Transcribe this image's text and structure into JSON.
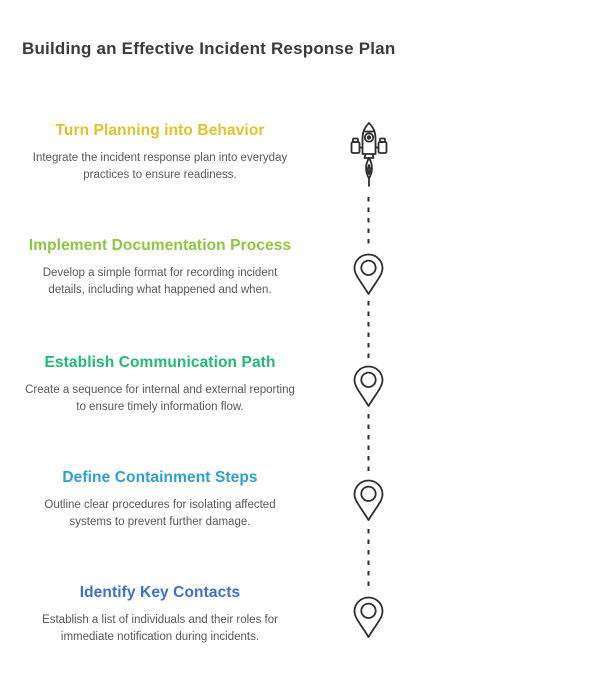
{
  "page": {
    "title": "Building an Effective Incident Response Plan",
    "title_color": "#3b3b3b",
    "background_color": "#ffffff",
    "body_text_color": "#585858",
    "timeline_line_color": "#2e2e2e"
  },
  "steps": [
    {
      "heading": "Turn Planning into Behavior",
      "description": "Integrate the incident response plan into everyday practices to ensure readiness.",
      "color": "#e2c229",
      "icon": "rocket-icon"
    },
    {
      "heading": "Implement Documentation Process",
      "description": "Develop a simple format for recording incident details, including what happened and when.",
      "color": "#8dc63f",
      "icon": "map-pin-icon"
    },
    {
      "heading": "Establish Communication Path",
      "description": "Create a sequence for internal and external reporting to ensure timely information flow.",
      "color": "#1fba73",
      "icon": "map-pin-icon"
    },
    {
      "heading": "Define Containment Steps",
      "description": "Outline clear procedures for isolating affected systems to prevent further damage.",
      "color": "#2e9fd6",
      "icon": "map-pin-icon"
    },
    {
      "heading": "Identify Key Contacts",
      "description": "Establish a list of individuals and their roles for immediate notification during incidents.",
      "color": "#3b6fd4",
      "icon": "map-pin-icon"
    }
  ]
}
